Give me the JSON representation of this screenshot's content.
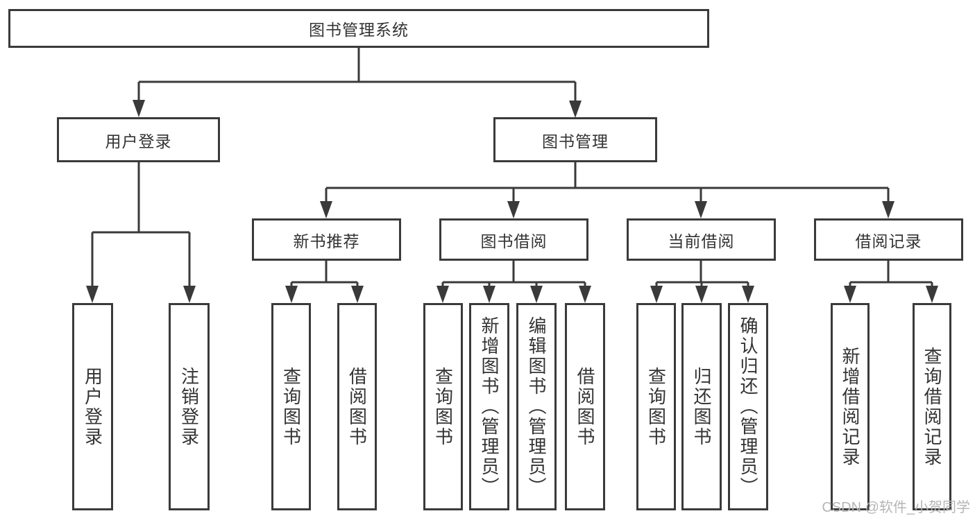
{
  "diagram": {
    "type": "hierarchy-tree",
    "orientation": "top-down"
  },
  "tree": {
    "label": "图书管理系统",
    "children": [
      {
        "label": "用户登录",
        "children": [
          {
            "label": "用户登录"
          },
          {
            "label": "注销登录"
          }
        ]
      },
      {
        "label": "图书管理",
        "children": [
          {
            "label": "新书推荐",
            "children": [
              {
                "label": "查询图书"
              },
              {
                "label": "借阅图书"
              }
            ]
          },
          {
            "label": "图书借阅",
            "children": [
              {
                "label": "查询图书"
              },
              {
                "label": "新增图书（管理员）"
              },
              {
                "label": "编辑图书（管理员）"
              },
              {
                "label": "借阅图书"
              }
            ]
          },
          {
            "label": "当前借阅",
            "children": [
              {
                "label": "查询图书"
              },
              {
                "label": "归还图书"
              },
              {
                "label": "确认归还（管理员）"
              }
            ]
          },
          {
            "label": "借阅记录",
            "children": [
              {
                "label": "新增借阅记录"
              },
              {
                "label": "查询借阅记录"
              }
            ]
          }
        ]
      }
    ]
  },
  "watermark": {
    "text": "CSDN @软件_小贺同学"
  },
  "colors": {
    "line": "#3a3a3a",
    "box_border": "#3a3a3a",
    "box_fill": "#ffffff",
    "text": "#333333",
    "watermark": "#b5b5b5",
    "background": "#ffffff"
  }
}
